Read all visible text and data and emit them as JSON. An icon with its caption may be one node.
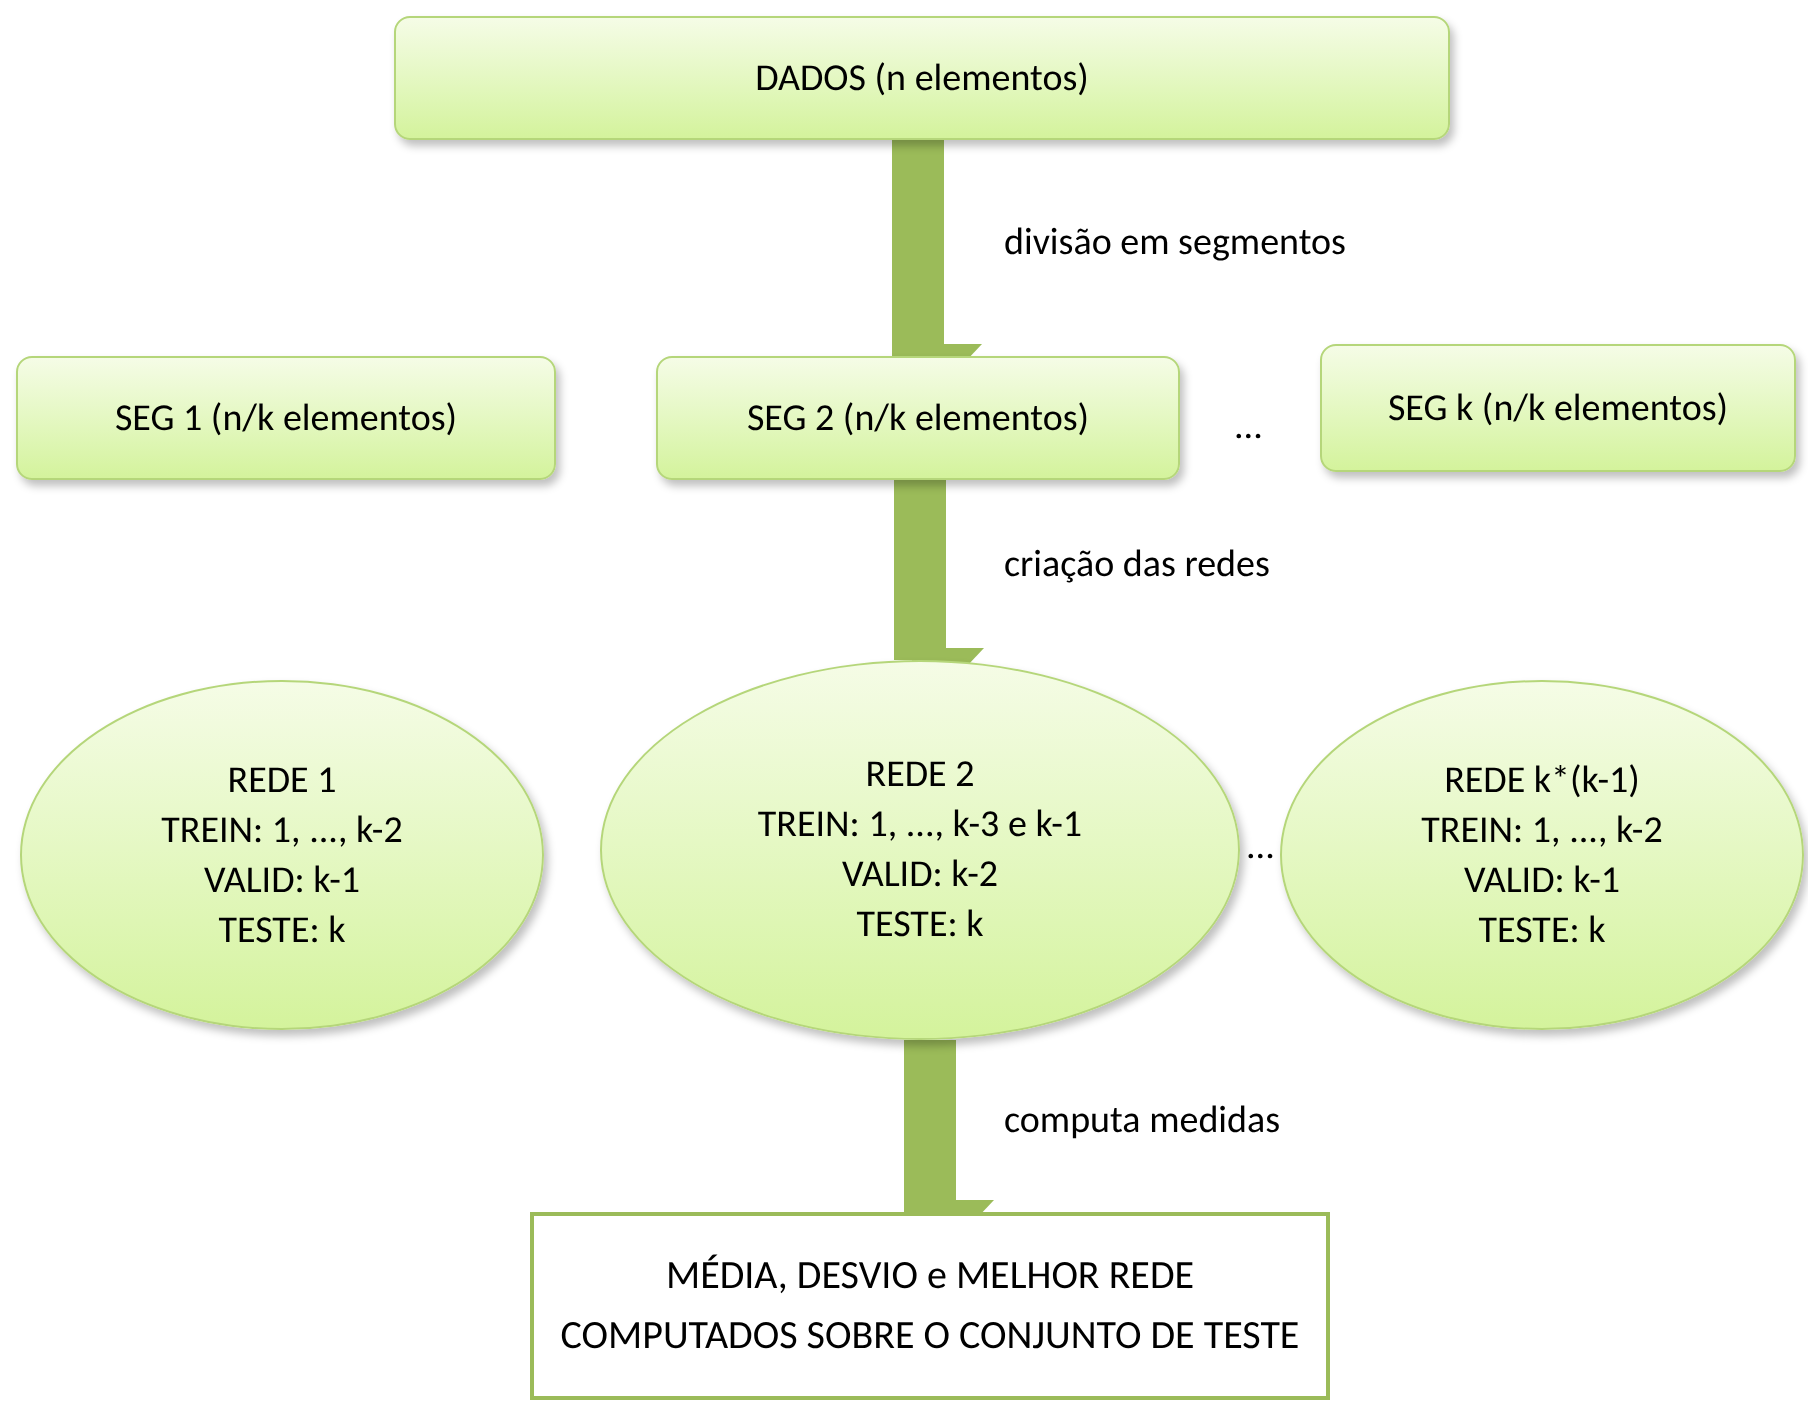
{
  "diagram": {
    "nodes": [
      {
        "text": [
          "DADOS (n elementos)"
        ]
      },
      {
        "text": [
          "SEG 1 (n/k elementos)"
        ]
      },
      {
        "text": [
          "SEG 2 (n/k elementos)"
        ]
      },
      {
        "text": [
          "SEG k (n/k elementos)"
        ]
      },
      {
        "text": [
          "REDE 1",
          "TREIN: 1, ..., k-2",
          "VALID: k-1",
          "TESTE: k"
        ]
      },
      {
        "text": [
          "REDE 2",
          "TREIN: 1, ..., k-3 e k-1",
          "VALID: k-2",
          "TESTE: k"
        ]
      },
      {
        "text": [
          "REDE k*(k-1)",
          "TREIN: 1, ..., k-2",
          "VALID: k-1",
          "TESTE: k"
        ]
      },
      {
        "text": [
          "MÉDIA, DESVIO e MELHOR REDE COMPUTADOS SOBRE O CONJUNTO DE TESTE"
        ]
      }
    ],
    "edges": [
      {
        "from": 0,
        "to": 2,
        "arrow": "to",
        "label": "divisão em segmentos"
      },
      {
        "from": 2,
        "to": 5,
        "arrow": "to",
        "label": "criação das redes"
      },
      {
        "from": 5,
        "to": 7,
        "arrow": "to",
        "label": "computa medidas"
      }
    ],
    "labels": [
      "...",
      "..."
    ]
  }
}
